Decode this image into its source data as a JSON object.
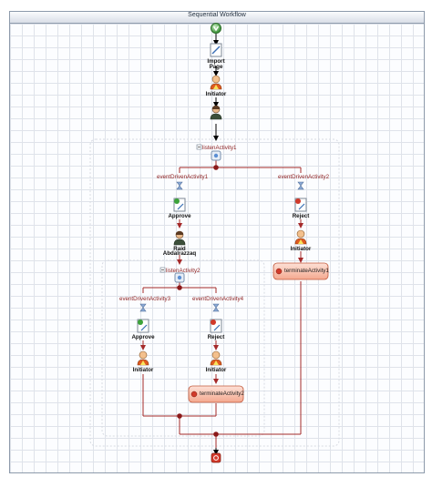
{
  "window": {
    "title": "Sequential Workflow"
  },
  "activities": {
    "import_page_line1": "Import",
    "import_page_line2": "Page",
    "initiator_top": "Initiator",
    "listen1": "listenActivity1",
    "event1": "eventDrivenActivity1",
    "event2": "eventDrivenActivity2",
    "approve1": "Approve",
    "reject1": "Reject",
    "raid_line1": "Raid",
    "raid_line2": "Abdalrazzaq",
    "initiator_right": "Initiator",
    "terminate1": "terminateActivity1",
    "listen2": "listenActivity2",
    "event3": "eventDrivenActivity3",
    "event4": "eventDrivenActivity4",
    "approve2": "Approve",
    "reject2": "Reject",
    "initiator_l3": "Initiator",
    "initiator_l4": "Initiator",
    "terminate2": "terminateActivity2"
  },
  "colors": {
    "connector": "#a52a2a",
    "flow_arrow": "#000000",
    "terminate_fill": "#f8b7a4",
    "start_green": "#4ca34a",
    "end_red": "#d53a2a"
  },
  "icons": {
    "start": "start-icon",
    "code": "code-activity-icon",
    "person": "person-icon",
    "listen": "listen-icon",
    "approve": "approve-icon",
    "reject": "reject-icon",
    "terminate": "terminate-icon",
    "end": "end-icon",
    "collapse": "collapse-toggle-icon"
  }
}
